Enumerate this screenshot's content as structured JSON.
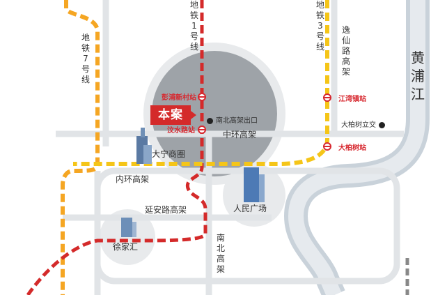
{
  "project_label": "本案",
  "lines": {
    "metro7": "地铁7号线",
    "metro1": "地铁1号线",
    "metro3": "地铁3号线"
  },
  "roads": {
    "yixian": "逸仙路高架",
    "zhonghuan": "中环高架",
    "neihuan": "内环高架",
    "yanan": "延安路高架",
    "nanbei": "南北高架"
  },
  "river": "黄浦江",
  "stations": {
    "pengpu": "彭浦新村站",
    "wenshui": "汶水路站",
    "jiangwan": "江湾镇站",
    "dabaishu": "大柏树站"
  },
  "points": {
    "nanbei_exit": "南北高架出口",
    "dabaishu_interchange": "大柏树立交"
  },
  "landmarks": {
    "daning": "大宁商圈",
    "peoples_square": "人民广场",
    "xujiahui": "徐家汇"
  }
}
